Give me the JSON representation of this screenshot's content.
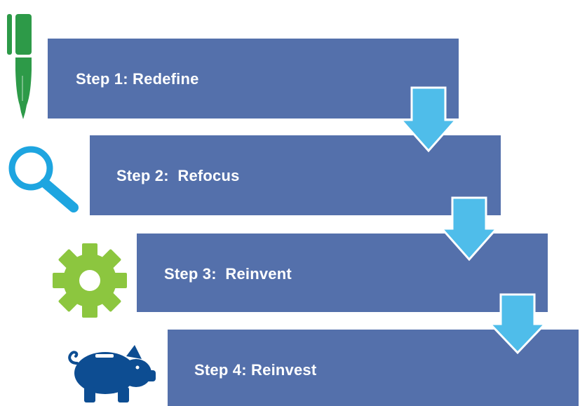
{
  "steps": [
    {
      "label": "Step 1: Redefine",
      "icon": "pen-icon"
    },
    {
      "label": "Step 2:  Refocus",
      "icon": "magnifier-icon"
    },
    {
      "label": "Step 3:  Reinvent",
      "icon": "gear-icon"
    },
    {
      "label": "Step 4: Reinvest",
      "icon": "piggy-bank-icon"
    }
  ],
  "colors": {
    "box": "#5470ab",
    "arrow": "#4fbdea",
    "pen": "#2d9a48",
    "magnifier": "#1ea5e0",
    "gear": "#8cc63f",
    "piggy": "#0d4d92"
  }
}
